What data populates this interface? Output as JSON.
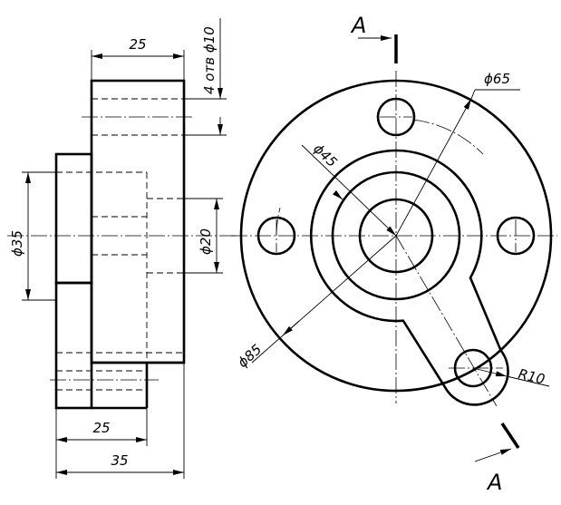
{
  "drawing": {
    "dimensions": {
      "front_top_width": "25",
      "front_hole_callout": "4 отв ϕ10",
      "front_bore_dia": "ϕ20",
      "front_boss_dia": "ϕ35",
      "front_bottom_width": "25",
      "front_total_width": "35",
      "plan_pcd": "ϕ65",
      "plan_inner_dia": "ϕ45",
      "plan_outer_dia": "ϕ85",
      "plan_lug_radius": "R10"
    },
    "section": {
      "top_label": "A",
      "bottom_label": "A"
    }
  }
}
